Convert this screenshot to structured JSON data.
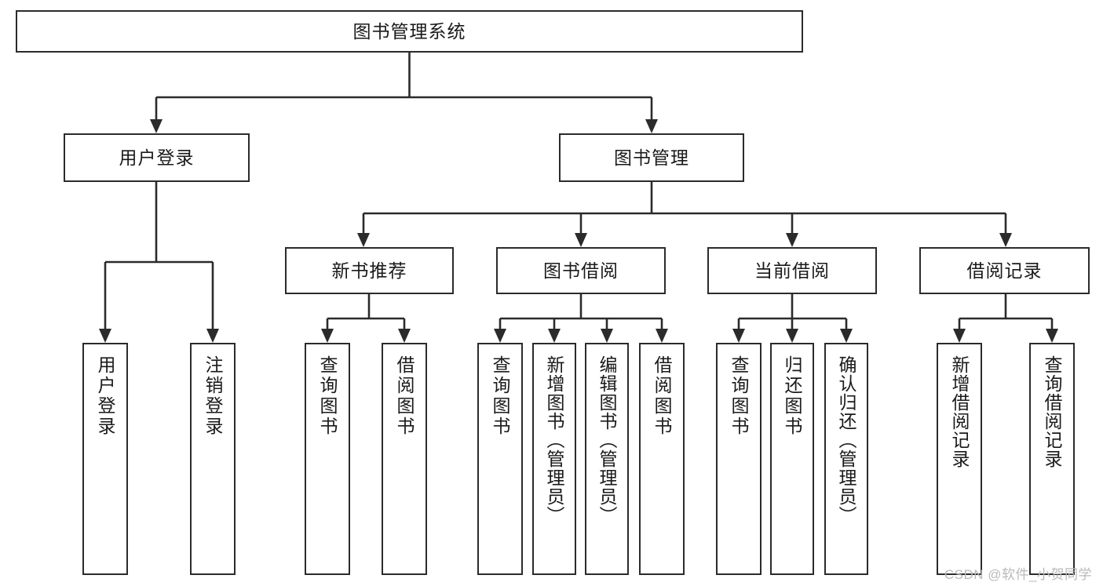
{
  "diagram": {
    "title": "图书管理系统",
    "type": "tree",
    "watermark": "CSDN @软件_小贺同学",
    "colors": {
      "stroke": "#2b2b2b",
      "fill": "#ffffff",
      "text": "#1a1a1a",
      "watermark": "#b9b9b9"
    }
  },
  "nodes": {
    "root": {
      "label": "图书管理系统"
    },
    "level2": [
      {
        "label": "用户登录"
      },
      {
        "label": "图书管理"
      }
    ],
    "level3": [
      {
        "label": "新书推荐"
      },
      {
        "label": "图书借阅"
      },
      {
        "label": "当前借阅"
      },
      {
        "label": "借阅记录"
      }
    ],
    "leaves": {
      "user_login": [
        {
          "label": "用户登录"
        },
        {
          "label": "注销登录"
        }
      ],
      "new_book": [
        {
          "label": "查询图书"
        },
        {
          "label": "借阅图书"
        }
      ],
      "book_borrow": [
        {
          "label": "查询图书"
        },
        {
          "label": "新增图书（管理员）"
        },
        {
          "label": "编辑图书（管理员）"
        },
        {
          "label": "借阅图书"
        }
      ],
      "current_borrow": [
        {
          "label": "查询图书"
        },
        {
          "label": "归还图书"
        },
        {
          "label": "确认归还（管理员）"
        }
      ],
      "borrow_record": [
        {
          "label": "新增借阅记录"
        },
        {
          "label": "查询借阅记录"
        }
      ]
    }
  }
}
